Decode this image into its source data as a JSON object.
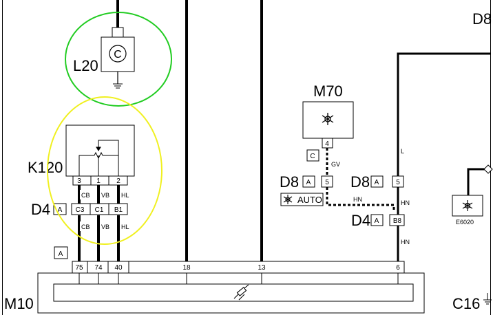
{
  "labels": {
    "l20": "L20",
    "k120": "K120",
    "m70": "M70",
    "m10": "M10",
    "c16": "C16",
    "d8_top": "D8",
    "e6020": "E6020",
    "d8_left": "D8",
    "d8_right": "D8",
    "d4_left": "D4",
    "d4_right": "D4"
  },
  "components": {
    "l20_symbol": "C",
    "m70_connector": "C",
    "auto_label": "AUTO",
    "badge_a": "A"
  },
  "pins": {
    "k120": [
      "3",
      "1",
      "2"
    ],
    "d4_left": [
      "C3",
      "C1",
      "B1"
    ],
    "m10": [
      "75",
      "74",
      "40",
      "18",
      "13",
      "6"
    ],
    "m70_out": "4",
    "d8_left": "5",
    "d8_right": "5",
    "d4_right": "B8"
  },
  "wires": {
    "upper": [
      "CB",
      "VB",
      "HL"
    ],
    "lower": [
      "CB",
      "VB",
      "HL"
    ],
    "gv": "GV",
    "l": "L",
    "hn_dashed": "HN",
    "hn_right_upper": "HN",
    "hn_right_lower": "HN"
  },
  "highlights": {
    "green": "#22cc22",
    "yellow": "#f0f020"
  }
}
